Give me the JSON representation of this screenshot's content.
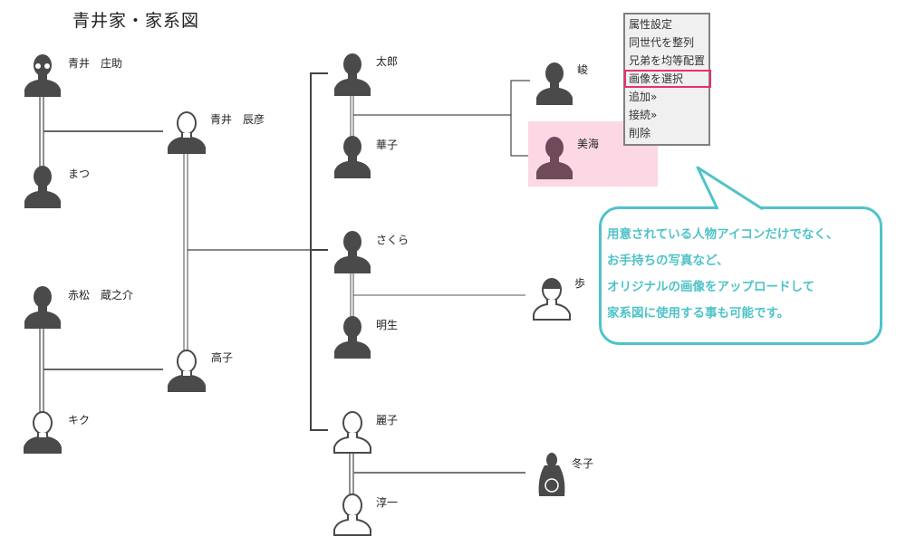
{
  "page": {
    "title": "青井家・家系図"
  },
  "people": [
    {
      "id": "shosuke",
      "name": "青井　庄助",
      "icon": "elderly-man-glasses-kimono-icon"
    },
    {
      "id": "matsu",
      "name": "まつ",
      "icon": "woman-bob-kimono-icon"
    },
    {
      "id": "tatsuhiko",
      "name": "青井　辰彦",
      "icon": "man-outline-hair-icon"
    },
    {
      "id": "kuranosuke",
      "name": "赤松　蔵之介",
      "icon": "man-mustache-kimono-icon"
    },
    {
      "id": "kiku",
      "name": "キク",
      "icon": "woman-bun-kimono-icon"
    },
    {
      "id": "takako",
      "name": "高子",
      "icon": "woman-curly-hair-icon"
    },
    {
      "id": "taro",
      "name": "太郎",
      "icon": "man-short-hair-icon"
    },
    {
      "id": "hanako",
      "name": "華子",
      "icon": "woman-short-hair-suit-icon"
    },
    {
      "id": "sakura",
      "name": "さくら",
      "icon": "woman-long-hair-icon"
    },
    {
      "id": "akio",
      "name": "明生",
      "icon": "man-suit-tie-icon"
    },
    {
      "id": "reiko",
      "name": "麗子",
      "icon": "woman-outline-icon"
    },
    {
      "id": "junichi",
      "name": "淳一",
      "icon": "man-outline-tie-icon"
    },
    {
      "id": "shun",
      "name": "峻",
      "icon": "boy-school-uniform-icon"
    },
    {
      "id": "miu",
      "name": "美海",
      "icon": "girl-school-uniform-icon"
    },
    {
      "id": "ayumu",
      "name": "歩",
      "icon": "child-outline-icon"
    },
    {
      "id": "fuyuko",
      "name": "冬子",
      "icon": "baby-in-womb-icon"
    }
  ],
  "selected_person": "美海",
  "context_menu": {
    "items": [
      {
        "label": "属性設定"
      },
      {
        "label": "同世代を整列"
      },
      {
        "label": "兄弟を均等配置"
      },
      {
        "label": "画像を選択",
        "active": true
      },
      {
        "label": "追加»"
      },
      {
        "label": "接続»"
      },
      {
        "label": "削除"
      }
    ]
  },
  "callout": {
    "lines": [
      "用意されている人物アイコンだけでなく、",
      "お手持ちの写真など、",
      "オリジナルの画像をアップロードして",
      "家系図に使用する事も可能です。"
    ]
  },
  "colors": {
    "icon": "#4a4a4a",
    "highlight": "#fcd8e4",
    "highlight_icon": "#6e4a5a",
    "menu_active_border": "#e8306a",
    "callout": "#4fc3c8"
  }
}
